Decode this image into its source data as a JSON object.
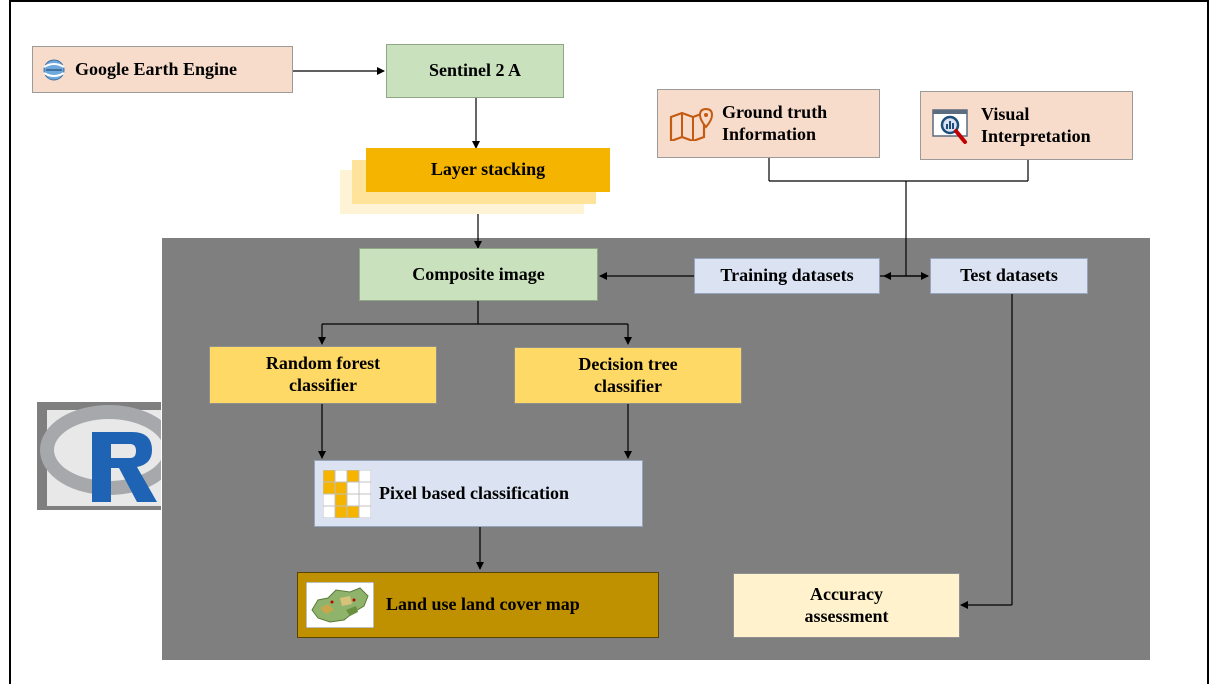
{
  "nodes": {
    "gee": "Google Earth Engine",
    "sentinel": "Sentinel 2 A",
    "layer_stacking": "Layer stacking",
    "ground_truth_line1": "Ground truth",
    "ground_truth_line2": "Information",
    "visual_line1": "Visual",
    "visual_line2": "Interpretation",
    "composite": "Composite image",
    "training": "Training datasets",
    "test": "Test datasets",
    "rf_line1": "Random forest",
    "rf_line2": "classifier",
    "dt_line1": "Decision tree",
    "dt_line2": "classifier",
    "pixel": "Pixel based  classification",
    "lulc": "Land use land cover map",
    "acc_line1": "Accuracy",
    "acc_line2": "assessment"
  },
  "icons": {
    "gee": "earth-engine-icon",
    "ground_truth": "map-pin-icon",
    "visual": "magnifier-chart-icon",
    "pixel": "pixel-grid-icon",
    "lulc": "land-cover-map-icon",
    "r": "r-logo-icon"
  },
  "colors": {
    "pink": "#f8dccb",
    "green": "#c9e1bd",
    "lightblue": "#dbe3f3",
    "yellow": "#ffd966",
    "cream": "#fff2cc",
    "gold": "#bf9000",
    "panel": "#7f7f7f",
    "orange": "#f4b400"
  }
}
